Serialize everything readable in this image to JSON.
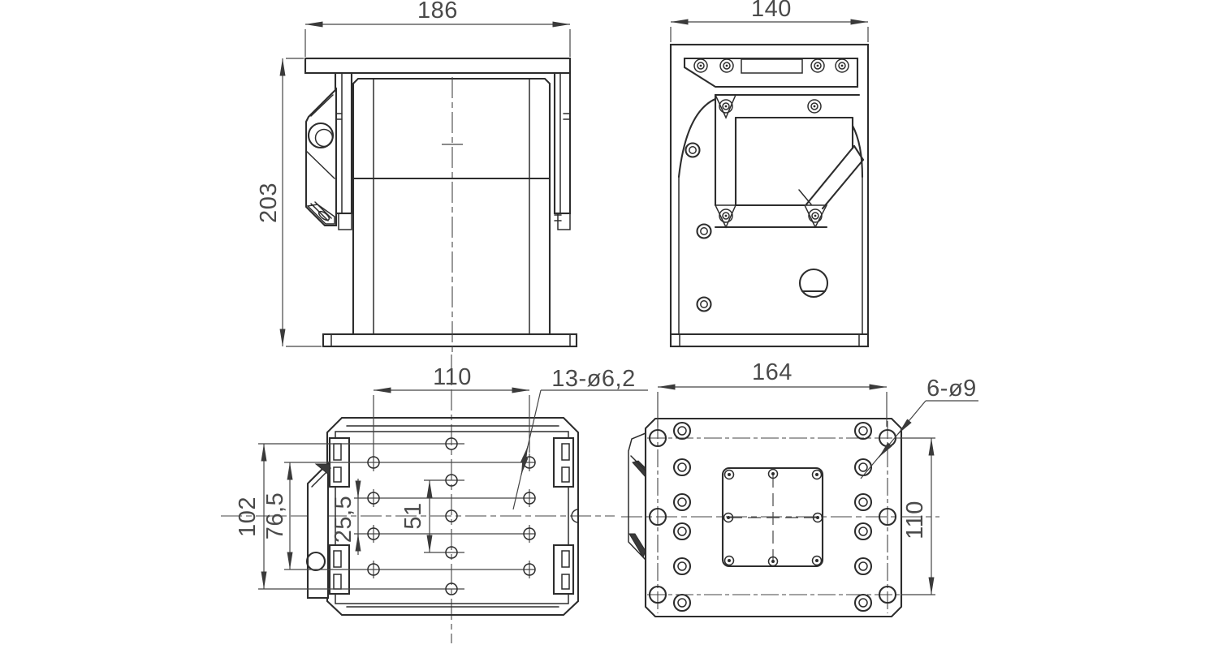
{
  "drawing": {
    "background": "#ffffff",
    "line_color": "#2d2d2d",
    "dim_line_color": "#454545",
    "text_color": "#4a4a4a"
  },
  "front_view": {
    "width_dim": "186",
    "height_dim": "203"
  },
  "side_view": {
    "width_dim": "140"
  },
  "top_view": {
    "width_dim": "110",
    "hole_callout": "13-ø6,2",
    "overall_dim": "102",
    "outer_row_dim": "76,5",
    "row_pitch_dim": "25,5",
    "center_pitch_dim": "51"
  },
  "bottom_view": {
    "width_dim": "164",
    "hole_callout": "6-ø9",
    "height_dim": "110"
  }
}
